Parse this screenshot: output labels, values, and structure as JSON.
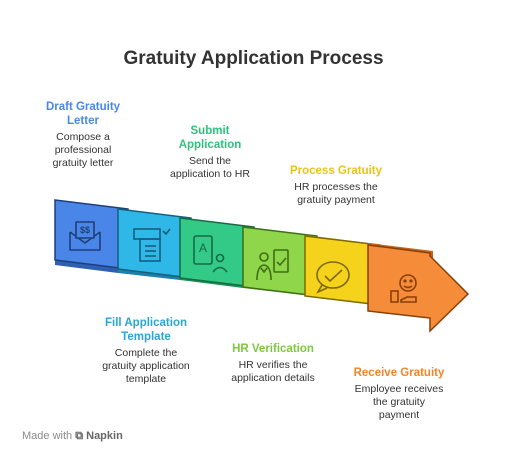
{
  "title": "Gratuity Application Process",
  "steps": [
    {
      "title_lines": [
        "Draft Gratuity",
        "Letter"
      ],
      "desc_lines": [
        "Compose a",
        "professional",
        "gratuity letter"
      ],
      "color": "#4a86e8",
      "icon": "document-envelope-icon"
    },
    {
      "title_lines": [
        "Fill Application",
        "Template"
      ],
      "desc_lines": [
        "Complete the",
        "gratuity application",
        "template"
      ],
      "color": "#2aa5d6",
      "icon": "form-template-icon"
    },
    {
      "title_lines": [
        "Submit",
        "Application"
      ],
      "desc_lines": [
        "Send the",
        "application to HR"
      ],
      "color": "#2ec27e",
      "icon": "applicant-profile-icon"
    },
    {
      "title_lines": [
        "HR Verification"
      ],
      "desc_lines": [
        "HR verifies the",
        "application details"
      ],
      "color": "#7cc940",
      "icon": "hr-check-icon"
    },
    {
      "title_lines": [
        "Process Gratuity"
      ],
      "desc_lines": [
        "HR processes the",
        "gratuity payment"
      ],
      "color": "#e6c51a",
      "icon": "approved-chat-icon"
    },
    {
      "title_lines": [
        "Receive Gratuity"
      ],
      "desc_lines": [
        "Employee receives",
        "the gratuity",
        "payment"
      ],
      "color": "#f0862a",
      "icon": "happy-money-icon"
    }
  ],
  "footer": {
    "prefix": "Made with",
    "brand": "Napkin"
  }
}
